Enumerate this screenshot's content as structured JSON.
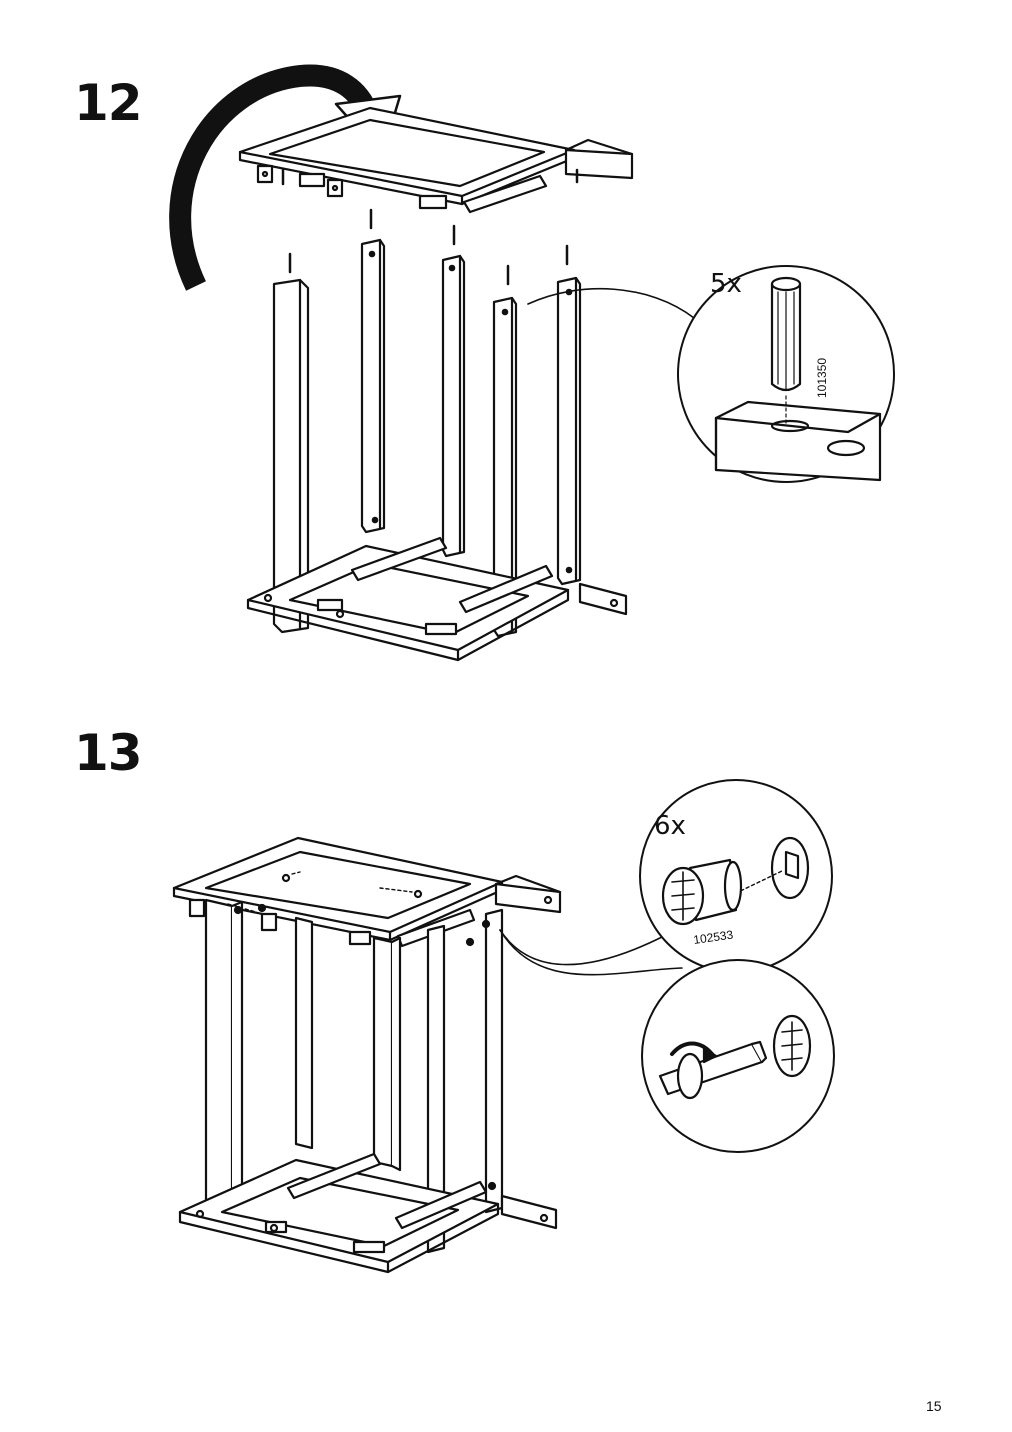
{
  "page": {
    "page_number": "15"
  },
  "steps": [
    {
      "number": "12",
      "callout": {
        "quantity": "5x",
        "part_number": "101350",
        "part": "dowel-icon"
      }
    },
    {
      "number": "13",
      "callout": {
        "quantity": "6x",
        "part_number": "102533",
        "part": "cam-lock-icon"
      }
    }
  ],
  "colors": {
    "line": "#111111",
    "fill": "#ffffff",
    "gray": "#d9d9d9"
  }
}
